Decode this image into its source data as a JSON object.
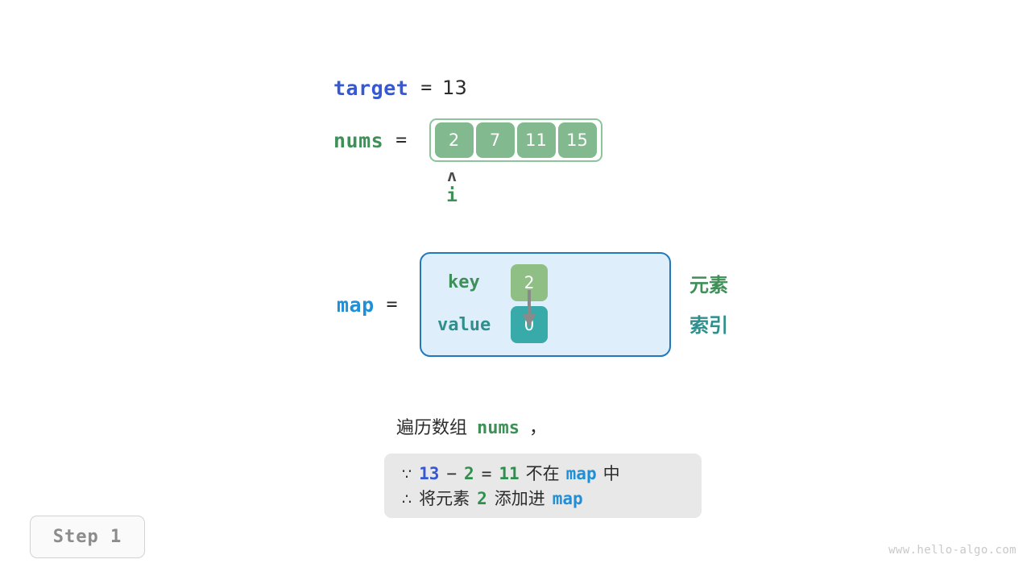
{
  "variables": {
    "target": {
      "name": "target",
      "equals": "=",
      "value": "13"
    },
    "nums": {
      "name": "nums",
      "equals": "=",
      "cells": [
        "2",
        "7",
        "11",
        "15"
      ]
    },
    "map": {
      "name": "map",
      "equals": "=",
      "key_label": "key",
      "value_label": "value",
      "key_cell": "2",
      "value_cell": "0"
    }
  },
  "pointer": {
    "caret": "ʌ",
    "label": "i"
  },
  "side_labels": {
    "element": "元素",
    "index": "索引"
  },
  "caption": {
    "prefix": "遍历数组",
    "code": "nums",
    "suffix": "，"
  },
  "note": {
    "line1": {
      "symbol": "∵",
      "target": "13",
      "minus": "−",
      "current": "2",
      "equals": "=",
      "complement": "11",
      "text_not_in": "不在",
      "map": "map",
      "text_in": "中"
    },
    "line2": {
      "symbol": "∴",
      "text_add": "将元素",
      "element": "2",
      "text_into": "添加进",
      "map": "map"
    }
  },
  "step_badge": "Step 1",
  "watermark": "www.hello-algo.com",
  "colors": {
    "target_blue": "#3658d4",
    "nums_green": "#3f8f58",
    "map_blue": "#1f8fd8",
    "cell_green": "#82b98f",
    "cell_teal": "#38aaa9",
    "map_fill": "#deeefa",
    "map_border": "#2178bd",
    "note_bg": "#e8e8e8"
  }
}
